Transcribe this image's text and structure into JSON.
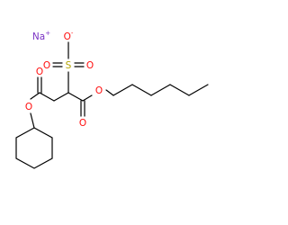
{
  "molecule": {
    "atoms": {
      "sodium": {
        "symbol": "Na",
        "charge": "+"
      },
      "sulfonate_s": {
        "symbol": "S"
      },
      "sulfonate_o_minus": {
        "symbol": "O",
        "charge": "-"
      },
      "sulfonate_o_left": {
        "symbol": "O"
      },
      "sulfonate_o_right": {
        "symbol": "O"
      },
      "ester1_carbonyl_o": {
        "symbol": "O"
      },
      "ester1_ether_o": {
        "symbol": "O"
      },
      "ester2_carbonyl_o": {
        "symbol": "O"
      },
      "ester2_ether_o": {
        "symbol": "O"
      }
    }
  },
  "colors": {
    "bond": "#000000",
    "oxygen": "#ff0d0d",
    "sulfur": "#b3a300",
    "sodium": "#7b33c4",
    "background": "#ffffff"
  }
}
